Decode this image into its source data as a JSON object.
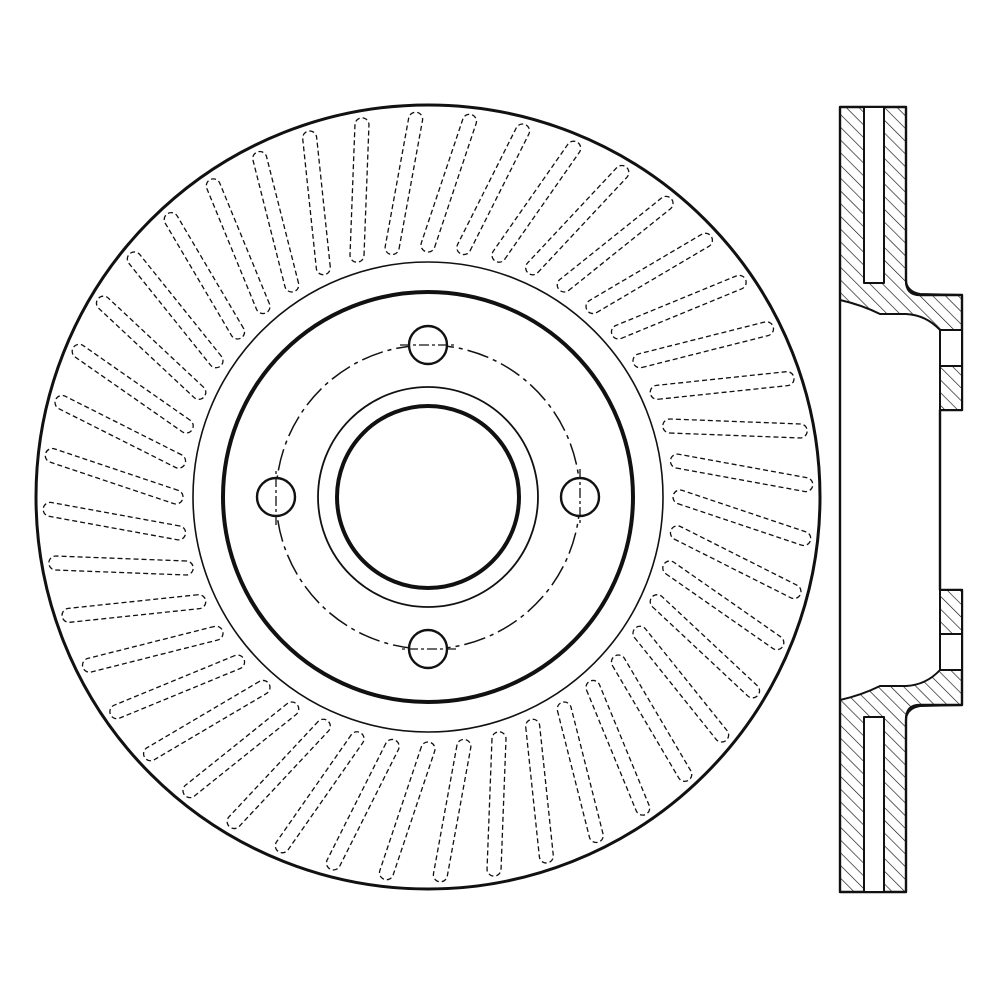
{
  "drawing": {
    "subject": "vented-brake-rotor",
    "views": [
      "front-view",
      "cross-section-view"
    ],
    "line_color": "#111111",
    "background_color": "#ffffff",
    "lug_hole_count": 4,
    "cooling_vane_count": 44
  }
}
